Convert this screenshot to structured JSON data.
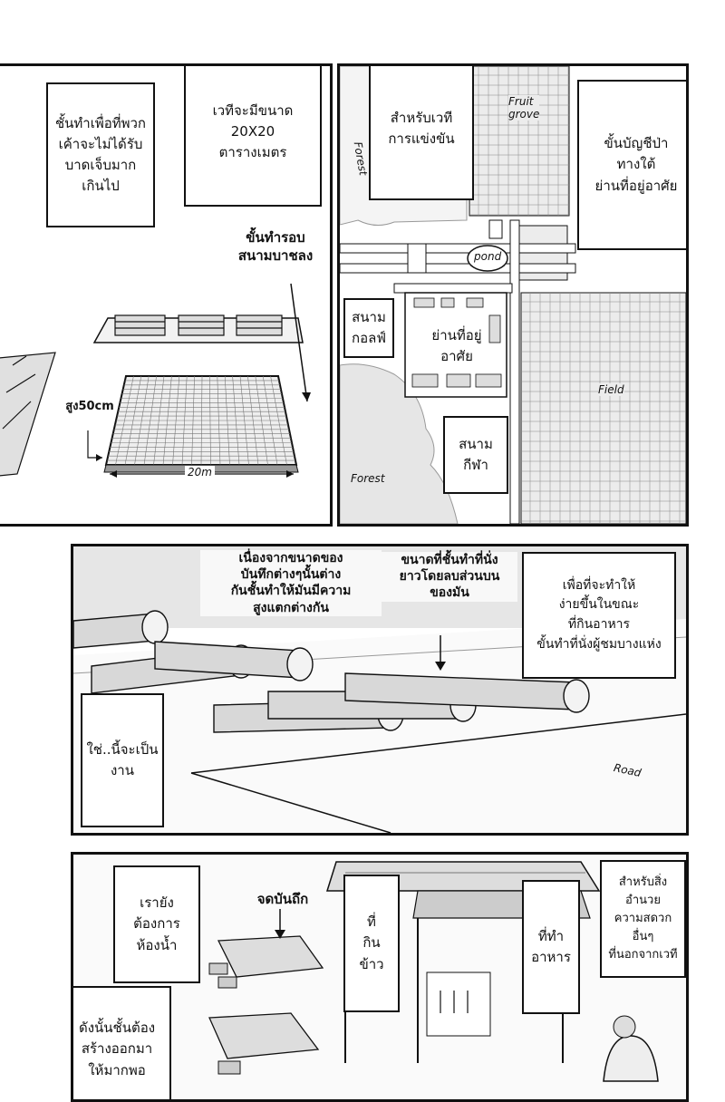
{
  "panel1": {
    "box_left": "ชั้นทำเพื่อที่พวก\nเค้าจะไม่ได้รับ\nบาดเจ็บมาก\nเกินไป",
    "box_size": "เวทีจะมีขนาด\n20X20\nตารางเมตร",
    "label_steps": "ขั้นทำรอบ\nสนามบาชลง",
    "label_height": "สูง50cm",
    "label_width": "20m"
  },
  "panel2": {
    "box_arena": "สำหรับเวที\nการแข่งขัน",
    "box_south": "ขั้นบัญชีป่า\nทางใต้\nย่านที่อยู่อาศัย",
    "box_golf": "สนาม\nกอลฟ์",
    "box_residential": "ย่านที่อยู่\nอาศัย",
    "box_sports": "สนาม\nกีฬา",
    "map_forest_top": "Forest",
    "map_forest_bottom": "Forest",
    "map_fruit": "Fruit\ngrove",
    "map_pond": "pond",
    "map_field": "Field"
  },
  "panel3": {
    "label_heights": "เนื่องจากขนาดของ\nบันทึกต่างๆนั้นต่าง\nกันชั้นทำให้มันมีความ\nสูงแตกต่างกัน",
    "label_size": "ขนาดที่ชั้นทำที่นั่ง\nยาวโดยลบส่วนบน\nของมัน",
    "box_meal": "เพื่อที่จะทำให้\nง่ายขึ้นในขณะ\nที่กินอาหาร\nขั้นทำที่นั่งผู้ชมบางแห่ง",
    "box_yes": "ใช่..นี้จะเป็น\nงาน",
    "road": "Road"
  },
  "panel4": {
    "box_toilet": "เรายัง\nต้องการ\nห้องน้ำ",
    "box_build": "ดังนั้นชั้นต้อง\nสร้างออกมา\nให้มากพอ",
    "label_log": "จดบันถึก",
    "box_eat": "ที่\nกิน\nข้าว",
    "box_cook": "ที่ทำ\nอาหาร",
    "box_facility": "สำหรับสิ่งอำนวย\nความสดวกอื่นๆ\nที่นอกจากเวที"
  }
}
